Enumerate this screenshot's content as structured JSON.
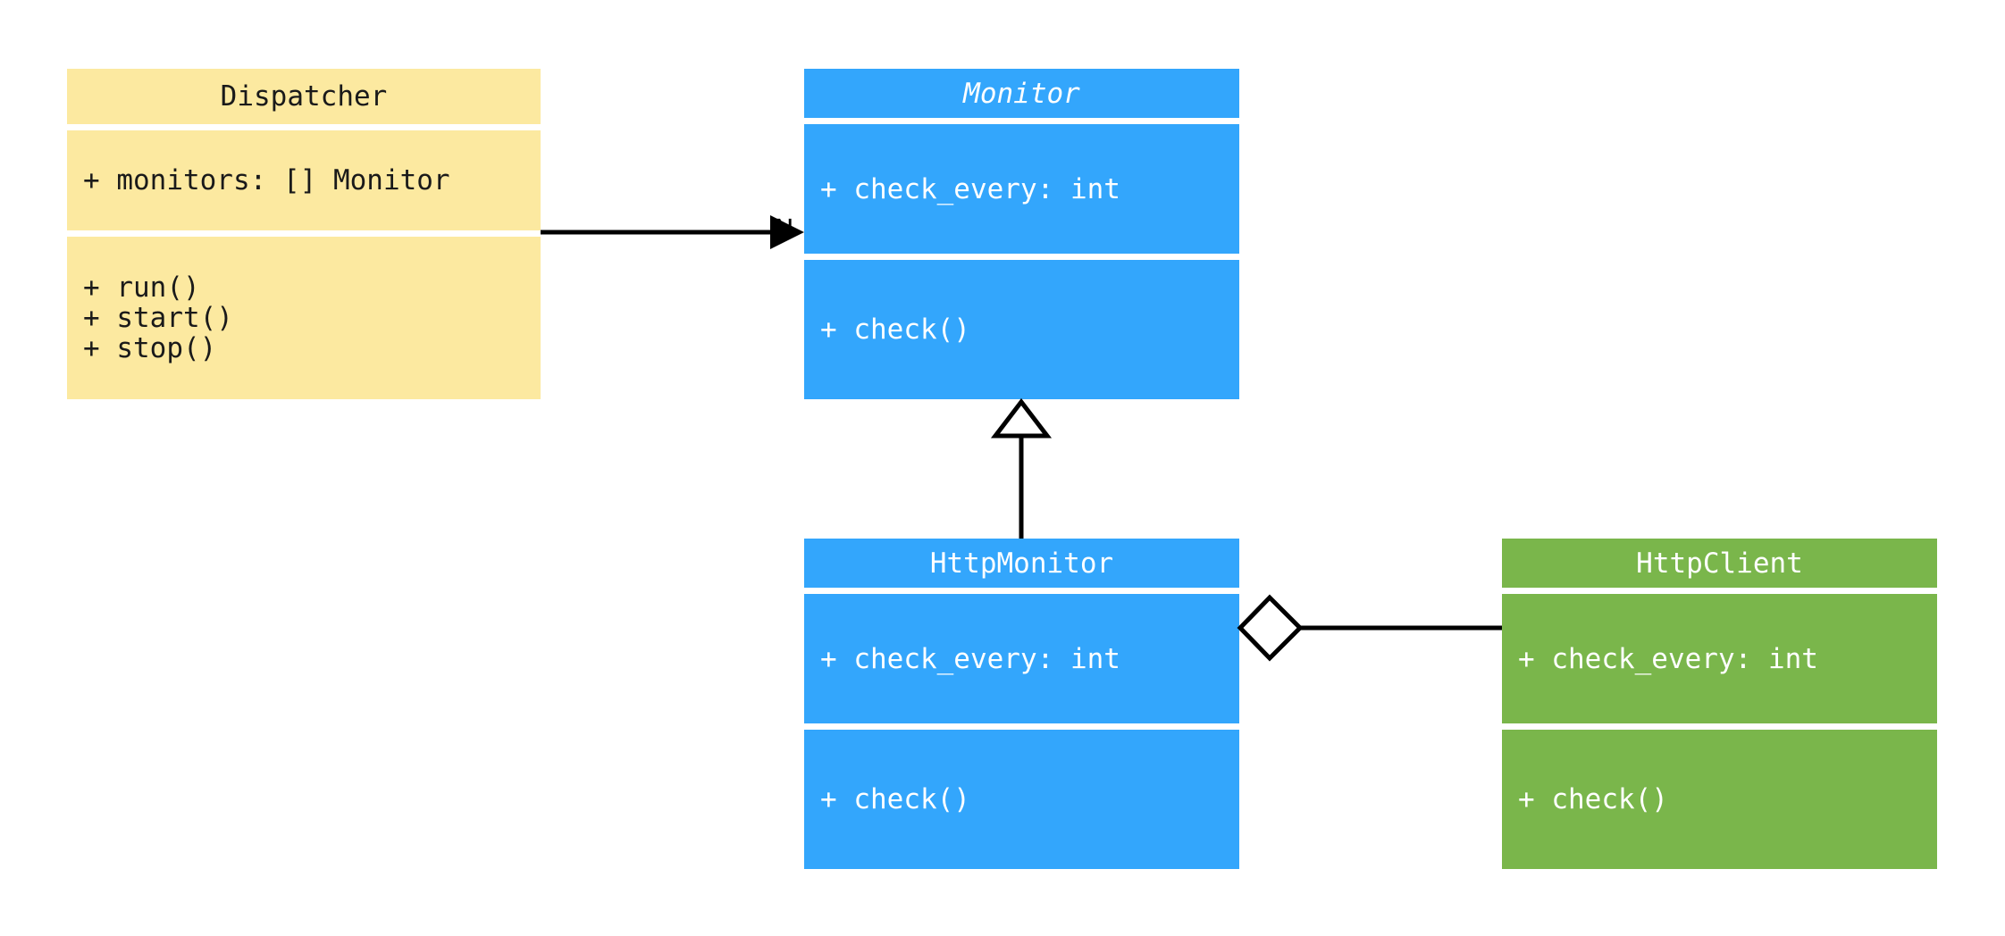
{
  "diagram": {
    "type": "uml-class-diagram",
    "background": "#ffffff",
    "palette": {
      "yellow": "#fce9a0",
      "blue": "#33a6fc",
      "green": "#7ab64b",
      "line": "#000000",
      "dark_text": "#1a1a1a",
      "light_text": "#ffffff"
    }
  },
  "classes": {
    "dispatcher": {
      "name": "Dispatcher",
      "stereotype": "concrete",
      "color": "#fce9a0",
      "attributes": [
        "+ monitors: [] Monitor"
      ],
      "methods": [
        "+ run()",
        "+ start()",
        "+ stop()"
      ]
    },
    "monitor": {
      "name": "Monitor",
      "stereotype": "abstract",
      "color": "#33a6fc",
      "attributes": [
        "+ check_every: int"
      ],
      "methods": [
        "+ check()"
      ]
    },
    "http_monitor": {
      "name": "HttpMonitor",
      "stereotype": "concrete",
      "color": "#33a6fc",
      "attributes": [
        "+ check_every: int"
      ],
      "methods": [
        "+ check()"
      ]
    },
    "http_client": {
      "name": "HttpClient",
      "stereotype": "concrete",
      "color": "#7ab64b",
      "attributes": [
        "+ check_every: int"
      ],
      "methods": [
        "+ check()"
      ]
    }
  },
  "relationships": {
    "dispatcher_to_monitor": {
      "kind": "association",
      "from": "Dispatcher",
      "to": "Monitor",
      "label": "N",
      "arrow": "solid-filled"
    },
    "httpmonitor_to_monitor": {
      "kind": "generalization",
      "from": "HttpMonitor",
      "to": "Monitor",
      "label": "",
      "arrow": "hollow-triangle"
    },
    "httpmonitor_to_httpclient": {
      "kind": "aggregation",
      "from": "HttpMonitor",
      "to": "HttpClient",
      "label": "",
      "arrow": "hollow-diamond"
    }
  }
}
